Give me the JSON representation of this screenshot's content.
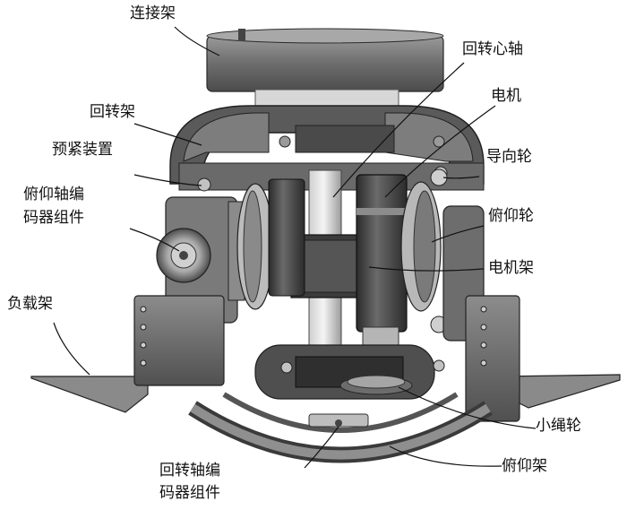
{
  "labels": {
    "lianjiejia": "连接架",
    "huizhuanxinzhou": "回转心轴",
    "huizhuanjia": "回转架",
    "dianji": "电机",
    "yujinzhuangzhi": "预紧装置",
    "daoxianglun": "导向轮",
    "fuyang_encoder_line1": "俯仰轴编",
    "fuyang_encoder_line2": "码器组件",
    "fuyanglun": "俯仰轮",
    "dianjijia": "电机架",
    "fuzaijia": "负载架",
    "xiaoshenglun": "小绳轮",
    "huizhuan_encoder_line1": "回转轴编",
    "huizhuan_encoder_line2": "码器组件",
    "fuyangjia": "俯仰架"
  },
  "colors": {
    "metal_dark": "#3a3a3a",
    "metal_mid": "#6e6e6e",
    "metal_light": "#b4b4b4",
    "metal_highlight": "#e2e2e2",
    "background": "#ffffff"
  }
}
